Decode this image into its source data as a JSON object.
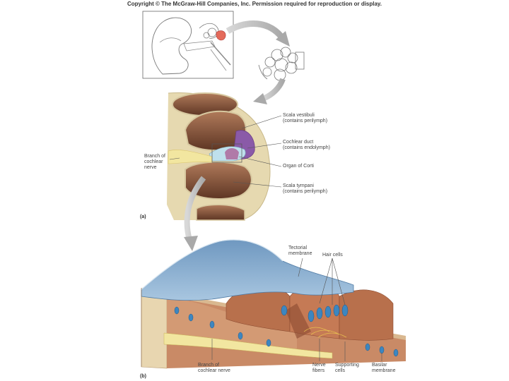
{
  "copyright": "Copyright © The McGraw-Hill Companies, Inc. Permission required for reproduction or display.",
  "panel_a": {
    "tag": "(a)",
    "labels": {
      "scala_vestibuli": [
        "Scala vestibuli",
        "(contains perilymph)"
      ],
      "cochlear_duct": [
        "Cochlear duct",
        "(contains endolymph)"
      ],
      "organ_of_corti": [
        "Organ of Corti"
      ],
      "scala_tympani": [
        "Scala tympani",
        "(contains perilymph)"
      ],
      "branch_nerve": [
        "Branch of",
        "cochlear",
        "nerve"
      ]
    }
  },
  "panel_b": {
    "tag": "(b)",
    "labels": {
      "tectorial": [
        "Tectorial",
        "membrane"
      ],
      "hair_cells": [
        "Hair cells"
      ],
      "branch_nerve": [
        "Branch of",
        "cochlear nerve"
      ],
      "nerve_fibers": [
        "Nerve",
        "fibers"
      ],
      "supporting": [
        "Supporting",
        "cells"
      ],
      "basilar": [
        "Basilar",
        "membrane"
      ]
    }
  },
  "colors": {
    "bone": "#e6d9b0",
    "chamber": "#7a4a35",
    "duct": "#8a5aa8",
    "tectorial": "#7fa6c8",
    "tissue": "#c98a66",
    "nerve": "#f2e6a0",
    "arrow": "#b9b9b9"
  }
}
